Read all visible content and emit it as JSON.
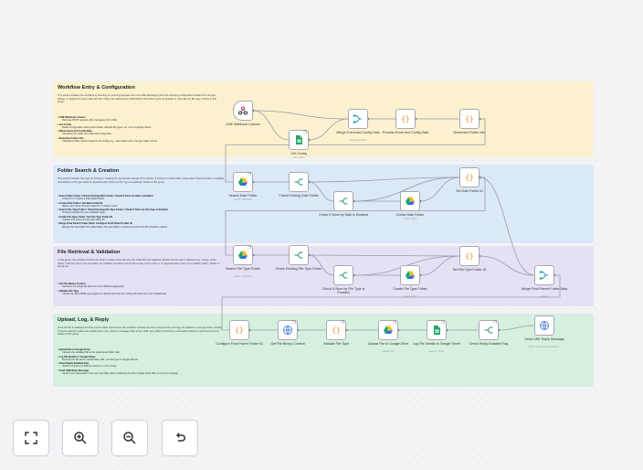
{
  "sections": [
    {
      "key": "entry",
      "title": "Workflow Entry & Configuration",
      "color": "#fbf1cf",
      "description": "This section initiates the workflow by listening to incoming requests from the LINE Messaging API and retrieving configuration details from Google Sheets. It merges the event data with the config, then determines initial folder information (such as whether to store files by file type). Nodes in this group:",
      "items": [
        {
          "name": "LINE Webhook Listener",
          "text": "Receives POST requests (file messages) from LINE."
        },
        {
          "name": "Get Config",
          "text": "Reads configuration data (parent folder, allowed file types, etc.) from a Google Sheet."
        },
        {
          "name": "Merge Event and Config Data",
          "text": "Combines the LINE event data and config data."
        },
        {
          "name": "Determine Folder Info",
          "text": "Calculates folder names based on the config (e.g., date folder name, file type folder name)."
        }
      ]
    },
    {
      "key": "folder",
      "title": "Folder Search & Creation",
      "color": "#dbe8f7",
      "description": "This section handles the logic for finding or creating the appropriate Google Drive folders. It checks if a date folder exists (when Store by Date is enabled) and whether a file type folder is required (when Store by File Type is enabled). Nodes in this group:",
      "items": [
        {
          "name": "Search Date Folder / Check Existing Date Folder / Check If Store by Date is Enabled",
          "text": "Looks for or creates a date-based folder."
        },
        {
          "name": "Create Date Folder / Set Date Folder ID",
          "text": "Makes and stores the date folder ID if it doesn't exist."
        },
        {
          "name": "Search File Type Folder / Check Existing File Type Folder / Check If Store by File Type is Enabled",
          "text": "Similarly handles file type subfolder logic."
        },
        {
          "name": "Create File Type Folder / Set File Type Folder ID",
          "text": "Creates and stores the file type folder ID."
        },
        {
          "name": "Merge Final Parent Folder Data / Configure Final Parent Folder ID",
          "text": "Merges the final folder IDs (date folder / file type folder) to determine where the file should be placed."
        }
      ]
    },
    {
      "key": "retrieval",
      "title": "File Retrieval & Validation",
      "color": "#e5e1f5",
      "description": "In this group, the workflow fetches the binary content of the file from the LINE API and validates whether the file type is allowed (e.g., image, audio, video). If the file type is not permitted, the workflow can short-circuit with a reply (not to store it, or approximately move it to a holding folder). Nodes in this group:",
      "items": [
        {
          "name": "Get File Binary Content",
          "text": "Retrieves the actual file data from the LINE Messaging API."
        },
        {
          "name": "Validate File Type",
          "text": "Checks the file's MIME type against an allowed list from the config and throws an error if disallowed."
        }
      ]
    },
    {
      "key": "upload",
      "title": "Upload, Log, & Reply",
      "color": "#d6f0df",
      "description": "Once the file is validated and the correct folder determined, the workflow uploads the file to Google Drive and logs the details in a Google Sheet. Finally, it checks whether replies are enabled and, if so, sends a message back to the LINE user (either confirming a successful upload or returning an error). Nodes in this group:",
      "items": [
        {
          "name": "Upload File to Google Drive",
          "text": "Uploads the validated file to the determined folder path."
        },
        {
          "name": "Log File Details to Google Sheet",
          "text": "Records the file name, upload date, URL, and file type in Google Sheets."
        },
        {
          "name": "Check Reply Enabled Flag",
          "text": "Verifies if replies to LINE are turned on in the config."
        },
        {
          "name": "Send LINE Reply Message",
          "text": "Sends a text reply back to the user via LINE, either containing the file's Google Drive URL or an error message."
        }
      ]
    }
  ],
  "nodes": [
    {
      "id": "webhook",
      "label": "LINE Webhook Listener",
      "sub": "",
      "icon": "webhook",
      "trigger": true
    },
    {
      "id": "getconfig",
      "label": "Get Config",
      "sub": "read: sheet",
      "icon": "sheets",
      "pin": true
    },
    {
      "id": "merge1",
      "label": "Merge Event and Config Data",
      "sub": "mergeByPosition",
      "icon": "merge"
    },
    {
      "id": "process",
      "label": "Process Event and Config Data",
      "sub": "",
      "icon": "code"
    },
    {
      "id": "determine",
      "label": "Determine Folder Info",
      "sub": "",
      "icon": "code"
    },
    {
      "id": "searchdate",
      "label": "Search Date Folder",
      "sub": "search: fileFolder",
      "icon": "drive",
      "pin": true
    },
    {
      "id": "checkdate",
      "label": "Check Existing Date Folder",
      "sub": "",
      "icon": "if"
    },
    {
      "id": "storedate",
      "label": "Check If Store by Date is Enabled",
      "sub": "",
      "icon": "if"
    },
    {
      "id": "createdate",
      "label": "Create Date Folder",
      "sub": "create: folder",
      "icon": "drive"
    },
    {
      "id": "setdate",
      "label": "Set Date Folder ID",
      "sub": "",
      "icon": "code"
    },
    {
      "id": "searchtype",
      "label": "Search File Type Folder",
      "sub": "search: fileFolder",
      "icon": "drive",
      "pin": true
    },
    {
      "id": "checktype",
      "label": "Check Existing File Type Folder",
      "sub": "",
      "icon": "if"
    },
    {
      "id": "storetype",
      "label": "Check If Store by File Type is Enabled",
      "sub": "",
      "icon": "if"
    },
    {
      "id": "createtype",
      "label": "Create File Type Folder",
      "sub": "create: folder",
      "icon": "drive"
    },
    {
      "id": "settype",
      "label": "Set File Type Folder ID",
      "sub": "",
      "icon": "code"
    },
    {
      "id": "mergefinal",
      "label": "Merge Final Parent Folder Data",
      "sub": "append",
      "icon": "merge"
    },
    {
      "id": "configfinal",
      "label": "Configure Final Parent Folder ID",
      "sub": "",
      "icon": "code"
    },
    {
      "id": "getbinary",
      "label": "Get File Binary Content",
      "sub": "",
      "icon": "http",
      "pin": true
    },
    {
      "id": "validate",
      "label": "Validate File Type",
      "sub": "",
      "icon": "code",
      "pin": true
    },
    {
      "id": "upload",
      "label": "Upload File to Google Drive",
      "sub": "upload: file",
      "icon": "drive",
      "pin": true
    },
    {
      "id": "log",
      "label": "Log File Details to Google Sheet",
      "sub": "append: sheet",
      "icon": "sheets",
      "pin": true
    },
    {
      "id": "checkreply",
      "label": "Check Reply Enabled Flag",
      "sub": "",
      "icon": "if",
      "pin": true
    },
    {
      "id": "sendreply",
      "label": "Send LINE Reply Message",
      "sub": "POST: https://api.line.me/v2/...",
      "icon": "http"
    }
  ],
  "controls": [
    {
      "id": "fit",
      "label": "Fit to view",
      "icon": "expand-icon"
    },
    {
      "id": "zoomin",
      "label": "Zoom in",
      "icon": "zoom-in-icon"
    },
    {
      "id": "zoomout",
      "label": "Zoom out",
      "icon": "zoom-out-icon"
    },
    {
      "id": "reset",
      "label": "Reset zoom",
      "icon": "undo-icon"
    }
  ],
  "colors": {
    "edge": "#9a9aa6",
    "node_border": "#a9a9b0",
    "accent": "#ff6d5a"
  }
}
